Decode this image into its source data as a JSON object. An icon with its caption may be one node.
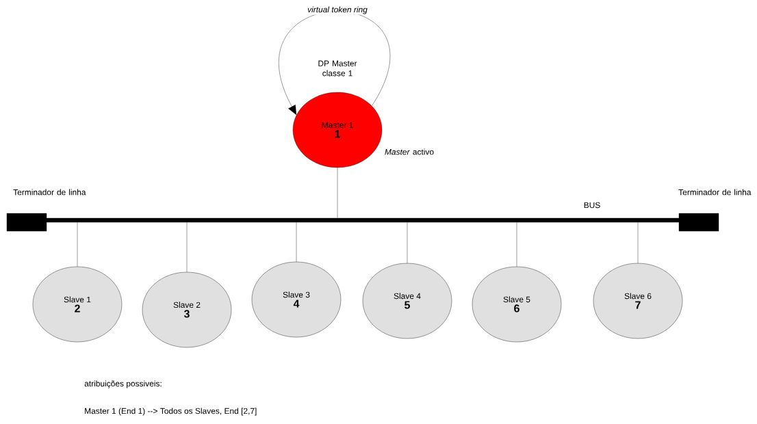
{
  "diagram": {
    "nodes": [
      {
        "text": [
          "Master 1",
          "1"
        ],
        "beside": [
          "DP Master classe 1",
          "*Master* activo"
        ]
      },
      {
        "text": [
          "Terminador de linha"
        ]
      },
      {
        "text": [
          "BUS"
        ]
      },
      {
        "text": [
          "Terminador de linha"
        ]
      },
      {
        "text": [
          "Slave 1",
          "2"
        ]
      },
      {
        "text": [
          "Slave 2",
          "3"
        ]
      },
      {
        "text": [
          "Slave 3",
          "4"
        ]
      },
      {
        "text": [
          "Slave 4",
          "5"
        ]
      },
      {
        "text": [
          "Slave 5",
          "6"
        ]
      },
      {
        "text": [
          "Slave 6",
          "7"
        ]
      }
    ],
    "edges": [
      {
        "from": 0,
        "to": 0,
        "arrow": "to",
        "label": "virtual token ring"
      },
      {
        "from": 0,
        "to": 2,
        "arrow": "none"
      },
      {
        "from": 2,
        "to": 4,
        "arrow": "none"
      },
      {
        "from": 2,
        "to": 5,
        "arrow": "none"
      },
      {
        "from": 2,
        "to": 6,
        "arrow": "none"
      },
      {
        "from": 2,
        "to": 7,
        "arrow": "none"
      },
      {
        "from": 2,
        "to": 8,
        "arrow": "none"
      },
      {
        "from": 2,
        "to": 9,
        "arrow": "none"
      }
    ],
    "labels": [
      "atribuições possiveis:",
      "Master 1 (End 1) --> Todos os Slaves, End [2,7]"
    ]
  }
}
